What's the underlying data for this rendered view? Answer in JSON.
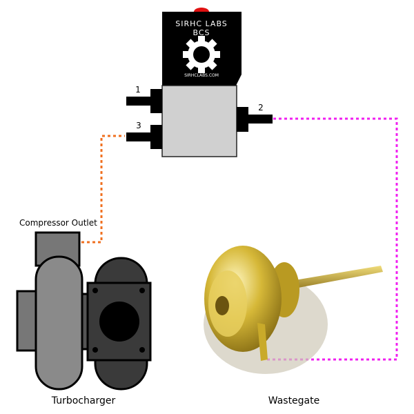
{
  "solenoid": {
    "brand_line1": "SIRHC LABS",
    "brand_line2": "BCS",
    "url": "SIRHCLABS.COM",
    "gear_icon": "gear-icon"
  },
  "ports": {
    "port1": "1",
    "port2": "2",
    "port3": "3"
  },
  "labels": {
    "compressor_outlet": "Compressor Outlet",
    "turbocharger": "Turbocharger",
    "wastegate": "Wastegate"
  },
  "colors": {
    "compressor_line": "#f07020",
    "wastegate_line": "#f020f0",
    "solenoid_body": "#d0d0d0",
    "solenoid_head": "#000000",
    "indicator": "#e01010"
  }
}
